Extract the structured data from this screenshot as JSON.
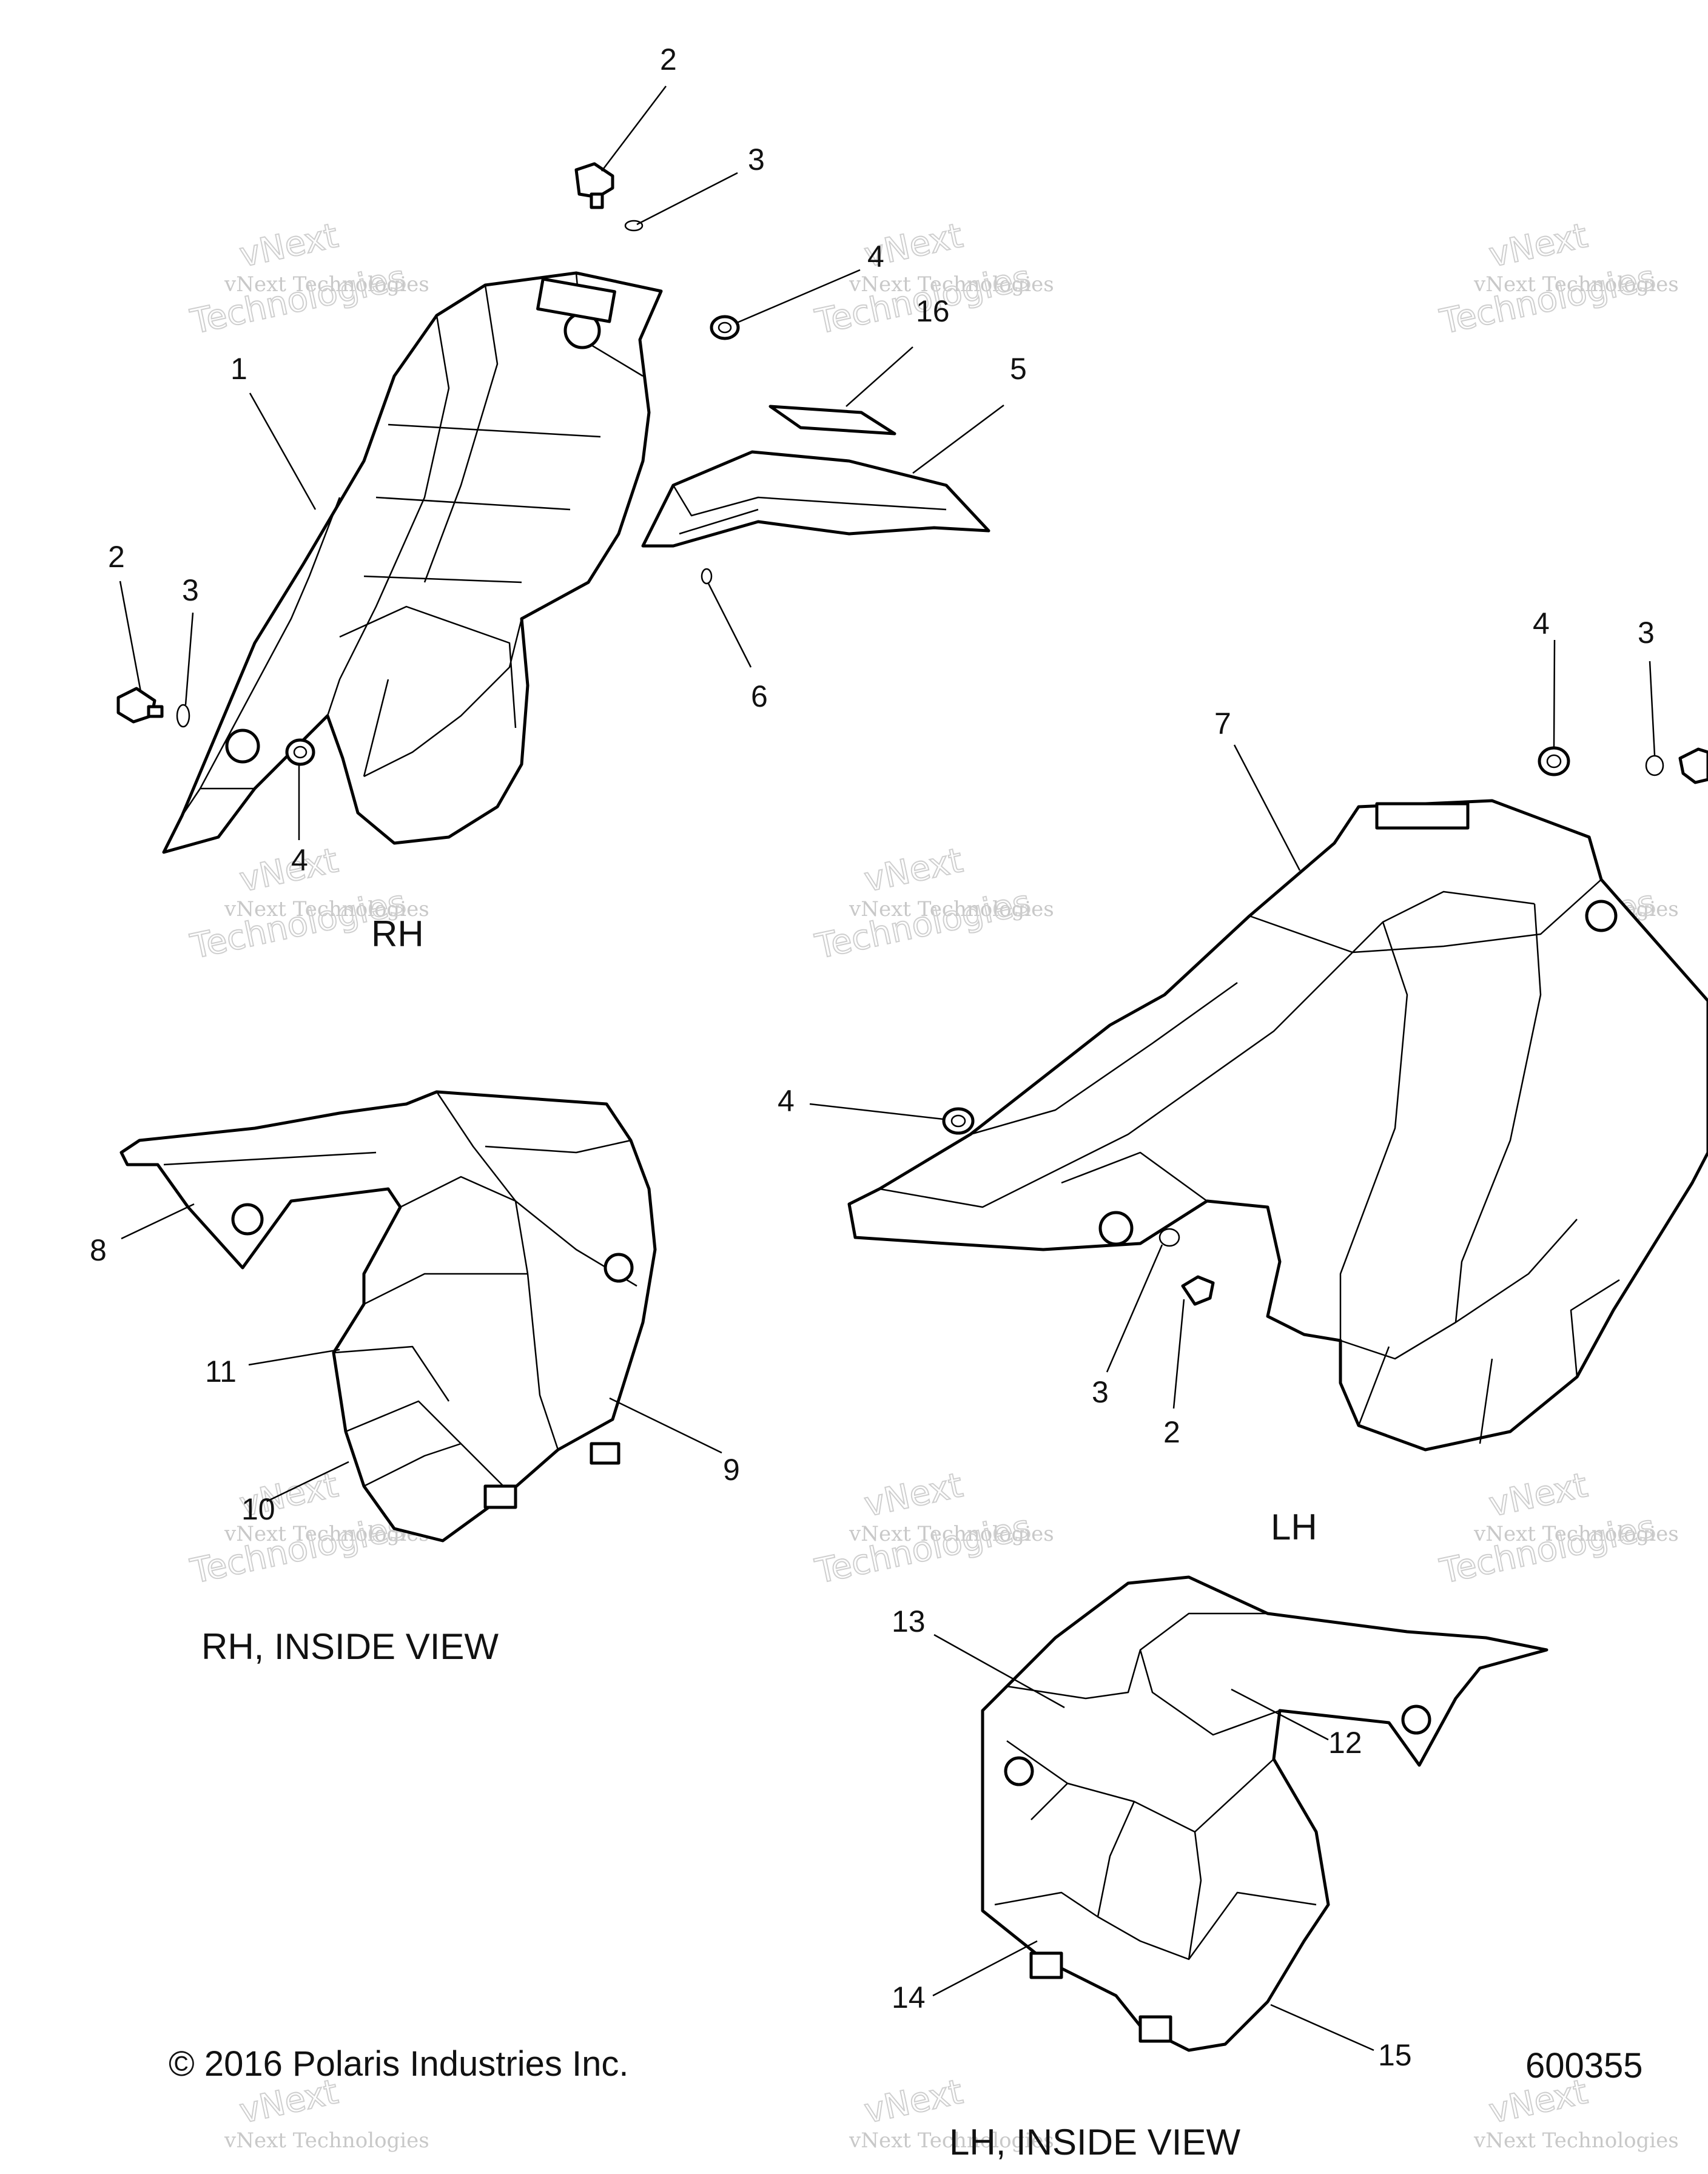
{
  "callouts": {
    "c_2_top": "2",
    "c_3_top": "3",
    "c_4_top": "4",
    "c_16": "16",
    "c_1": "1",
    "c_5": "5",
    "c_2_left": "2",
    "c_3_left": "3",
    "c_6": "6",
    "c_4_rh": "4",
    "c_4_right": "4",
    "c_3_right": "3",
    "c_7": "7",
    "c_4_lh": "4",
    "c_8": "8",
    "c_11": "11",
    "c_10": "10",
    "c_9": "9",
    "c_3_lh": "3",
    "c_2_lh": "2",
    "c_13": "13",
    "c_12": "12",
    "c_14": "14",
    "c_15": "15"
  },
  "view_labels": {
    "rh": "RH",
    "lh": "LH",
    "rh_inside": "RH, INSIDE VIEW",
    "lh_inside": "LH, INSIDE VIEW"
  },
  "footer": {
    "copyright": "© 2016 Polaris Industries Inc.",
    "figure_number": "600355"
  },
  "watermark": {
    "top": "vNext",
    "line1": "vNext Technologies",
    "line2": "Technologies"
  }
}
